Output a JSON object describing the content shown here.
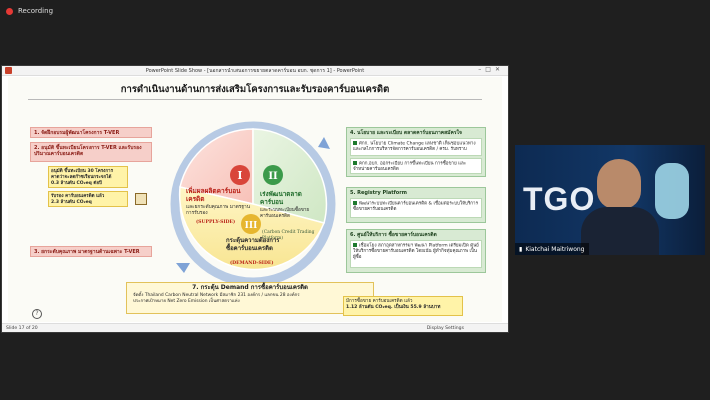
{
  "recording": {
    "label": "Recording"
  },
  "window": {
    "title": "PowerPoint Slide Show - [นอกสารนำเสนอการขยายตลาดคาร์บอน อบก. ชุดการ 1] - PowerPoint"
  },
  "slide": {
    "title": "การดำเนินงานด้านการส่งเสริมโครงการและรับรองคาร์บอนเครดิต",
    "left_items": [
      {
        "text": "1. จัดฝึกอบรมผู้พัฒนาโครงการ T-VER"
      },
      {
        "text": "2. อนุมัติ ขึ้นทะเบียนโครงการ T-VER และรับรองปริมาณคาร์บอนเครดิต"
      },
      {
        "text": "3. ยกระดับคุณภาพ มาตรฐานด้านเฉพาะ T-VER"
      }
    ],
    "left_sub": {
      "line1": "อนุมัติ ขึ้นทะเบียน 30 โครงการ",
      "line2": "คาดว่าจะลดก๊าซเรือนกระจกได้",
      "line3": "0.3 ล้านตัน CO₂eq ต่อปี",
      "line4": "รับรอง คาร์บอนเครดิต แล้ว",
      "line5": "2.3 ล้านตัน CO₂eq"
    },
    "center": {
      "seg1_num": "I",
      "seg1_title": "เพิ่มผลผลิตคาร์บอนเครดิต",
      "seg1_sub": "และยกระดับคุณภาพ มาตรฐานการรับรอง",
      "seg1_en": "(SUPPLY-SIDE)",
      "seg2_num": "II",
      "seg2_title": "เร่งพัฒนาตลาดคาร์บอน",
      "seg2_sub": "และระบบทะเบียนซื้อขายคาร์บอนเครดิต",
      "seg2_en": "(Carbon Credit Trading Platform)",
      "seg3_num": "III",
      "seg3_title": "กระตุ้นความต้องการซื้อคาร์บอนเครดิต",
      "seg3_en": "(DEMAND-SIDE)"
    },
    "right_items": [
      {
        "text": "4. นโยบาย และระเบียบ ตลาดคาร์บอนภาคสมัครใจ",
        "detail1": "ศกก. นโยบาย Climate Change แห่งชาติ เห็นชอบแนวทางและกลไกการบริหารจัดการคาร์บอนเครดิต / ครม. รับทราบ",
        "detail2": "คกก.อบก. ออกระเบียบ การขึ้นทะเบียน การซื้อขาย และจำหน่ายคาร์บอนเครดิต"
      },
      {
        "text": "5. Registry Platform",
        "detail1": "พัฒนาระบบทะเบียนคาร์บอนเครดิต & เชื่อมต่อระบบให้บริการซื้อขายคาร์บอนเครดิต"
      },
      {
        "text": "6. ศูนย์ให้บริการ ซื้อขายคาร์บอนเครดิต",
        "detail1": "เชื่อมโยง สภาอุตสาหกรรมฯ พัฒนา Platform เตรียมเปิด ศูนย์ให้บริการซื้อขายคาร์บอนเครดิต โดยเน้น ผู้ทำกิจทุ่มคุณภาพ เป็นผู้ซื้อ"
      }
    ],
    "bottom": {
      "title": "7. กระตุ้น Demand การซื้อคาร์บอนเครดิต",
      "line1": "จัดตั้ง Thailand Carbon Neutral Network มีสมาชิก 231 องค์กร / แลกขน 28 องค์กร",
      "line2": "ประกาศเป้าหมาย Net Zero Emission เป็นศาสตราแห่ง"
    },
    "bottom_right": {
      "line1": "มีการซื้อขาย คาร์บอนเครดิต แล้ว",
      "line2": "1.12 ล้านตัน CO₂eq. เป็นเงิน 55.9 ล้านบาท"
    }
  },
  "status_bar": {
    "slide_counter": "Slide 17 of 20",
    "display_settings": "Display Settings"
  },
  "participant": {
    "name": "Kiatchai Maitriwong",
    "banner": "TGO"
  }
}
